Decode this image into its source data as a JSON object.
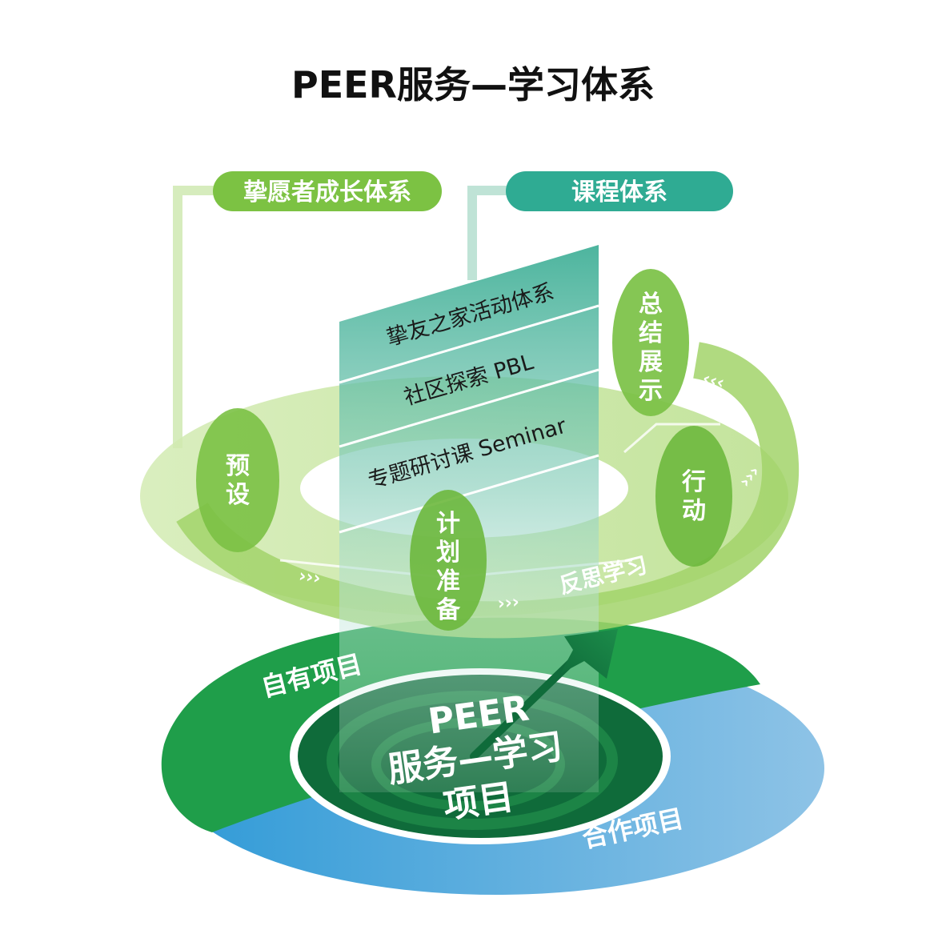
{
  "title": "PEER服务—学习体系",
  "pills": {
    "volunteer": "挚愿者成长体系",
    "curriculum": "课程体系"
  },
  "panel_items": [
    "挚友之家活动体系",
    "社区探索 PBL",
    "专题研讨课 Seminar"
  ],
  "stages": {
    "preset": [
      "预",
      "设"
    ],
    "plan": [
      "计",
      "划",
      "准",
      "备"
    ],
    "action": [
      "行",
      "动"
    ],
    "summary": [
      "总",
      "结",
      "展",
      "示"
    ]
  },
  "reflect_label": "反思学习",
  "chevrons": "›››",
  "rings": {
    "own_projects": "自有项目",
    "partner_projects": "合作项目"
  },
  "center": [
    "PEER",
    "服务—学习",
    "项目"
  ],
  "colors": {
    "pill_volunteer": "#7cc243",
    "pill_curriculum": "#2fab93",
    "ring_green": "#1f9e4a",
    "ring_blue": "#6fb0de",
    "center_dark": "#0f6b3a",
    "loop_light": "#c9e6a4",
    "node_green": "#7bc145"
  }
}
